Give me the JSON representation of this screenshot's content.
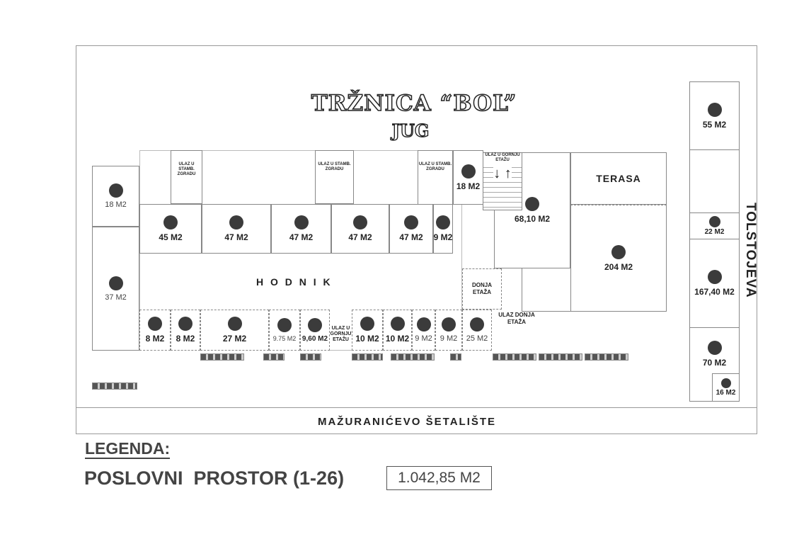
{
  "title": "TRŽNICA “BOL”",
  "subtitle": "JUG",
  "corridor": "H O D N I K",
  "terrace": "TERASA",
  "street_bottom": "MAŽURANIĆEVO ŠETALIŠTE",
  "street_right": "TOLSTOJEVA",
  "entrances": {
    "building": "ULAZ U STAMB. ZGRADU",
    "upper": "ULAZ U GORNJU ETAŽU",
    "upper_short": "ULAZ U GORNJU ETAŽU",
    "lower_floor": "DONJA ETAŽA",
    "lower_entrance": "ULAZ DONJA ETAŽA"
  },
  "rooms": {
    "left_top": "18 M2",
    "left_big": "37 M2",
    "top": [
      "45 M2",
      "47 M2",
      "47 M2",
      "47 M2",
      "47 M2",
      "9 M2",
      "18 M2"
    ],
    "center": "68,10 M2",
    "hall": "204 M2",
    "bottom": [
      "8 M2",
      "8 M2",
      "27 M2",
      "9.75 M2",
      "9,60 M2",
      "10 M2",
      "10 M2",
      "9 M2",
      "9 M2",
      "25 M2"
    ],
    "right": [
      "55 M2",
      "22 M2",
      "167,40 M2",
      "70 M2",
      "16 M2"
    ]
  },
  "legend": {
    "heading": "LEGENDA:",
    "label": "POSLOVNI  PROSTOR (1-26)",
    "total": "1.042,85 M2"
  }
}
